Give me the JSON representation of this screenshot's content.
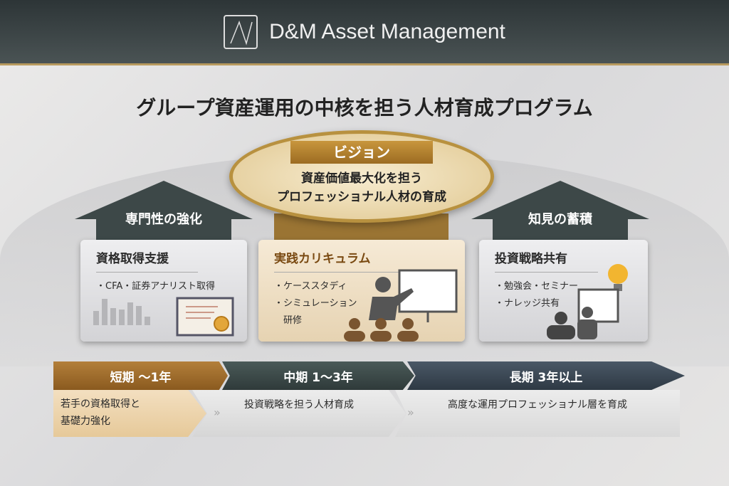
{
  "header": {
    "brand": "D&M Asset Management"
  },
  "title": "グループ資産運用の中核を担う人材育成プログラム",
  "vision": {
    "label": "ビジョン",
    "line1": "資産価値最大化を担う",
    "line2": "プロフェッショナル人材の育成"
  },
  "pillars": [
    {
      "label": "専門性の強化"
    },
    {
      "label": "知見の蓄積"
    }
  ],
  "cards": [
    {
      "title": "資格取得支援",
      "items": [
        "・CFA・証券アナリスト取得"
      ]
    },
    {
      "title": "実践カリキュラム",
      "items": [
        "・ケーススタディ",
        "・シミュレーション",
        "　研修"
      ]
    },
    {
      "title": "投資戦略共有",
      "items": [
        "・勉強会・セミナー",
        "・ナレッジ共有"
      ]
    }
  ],
  "timeline": [
    {
      "label": "短期 〜1年",
      "desc_line1": "若手の資格取得と",
      "desc_line2": "基礎力強化"
    },
    {
      "label": "中期 1〜3年",
      "desc": "投資戦略を担う人材育成"
    },
    {
      "label": "長期 3年以上",
      "desc": "高度な運用プロフェッショナル層を育成"
    }
  ],
  "colors": {
    "gold": "#b8913f",
    "dark": "#3d4848"
  }
}
